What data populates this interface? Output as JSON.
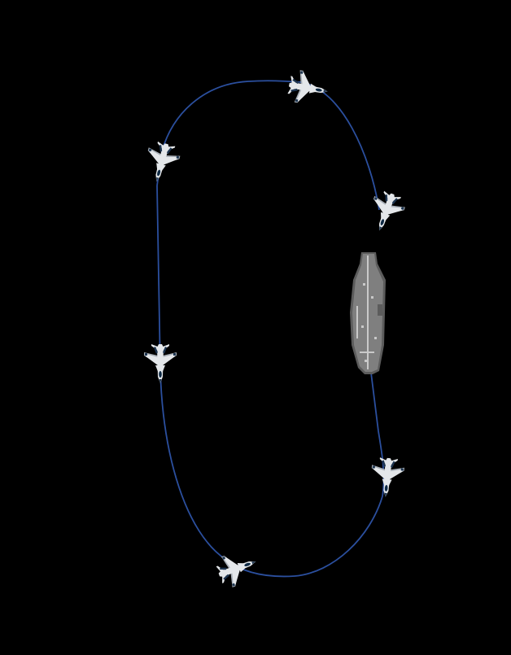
{
  "diagram": {
    "background_color": "#000000",
    "path_color": "#2b4f9e",
    "aircraft_colors": {
      "fuselage": "#e4e7ea",
      "shade": "#a9b0b8",
      "accent": "#1e3550",
      "canopy": "#0f2a44"
    },
    "carrier_colors": {
      "deck": "#7f7f7f",
      "hull_edge": "#5c5c5c",
      "marking": "#c9c9c9"
    },
    "pattern_path": {
      "name": "landing-pattern-path",
      "description": ""
    },
    "carrier": {
      "name": "aircraft-carrier",
      "icon": "aircraft-carrier-icon"
    },
    "aircraft": [
      {
        "name": "aircraft-crosswind-top",
        "icon": "fighter-jet-icon"
      },
      {
        "name": "aircraft-top-right",
        "icon": "fighter-jet-icon"
      },
      {
        "name": "aircraft-upwind",
        "icon": "fighter-jet-icon"
      },
      {
        "name": "aircraft-downwind-top",
        "icon": "fighter-jet-icon"
      },
      {
        "name": "aircraft-downwind-abeam",
        "icon": "fighter-jet-icon"
      },
      {
        "name": "aircraft-base-turn",
        "icon": "fighter-jet-icon"
      },
      {
        "name": "aircraft-final-approach",
        "icon": "fighter-jet-icon"
      }
    ]
  }
}
